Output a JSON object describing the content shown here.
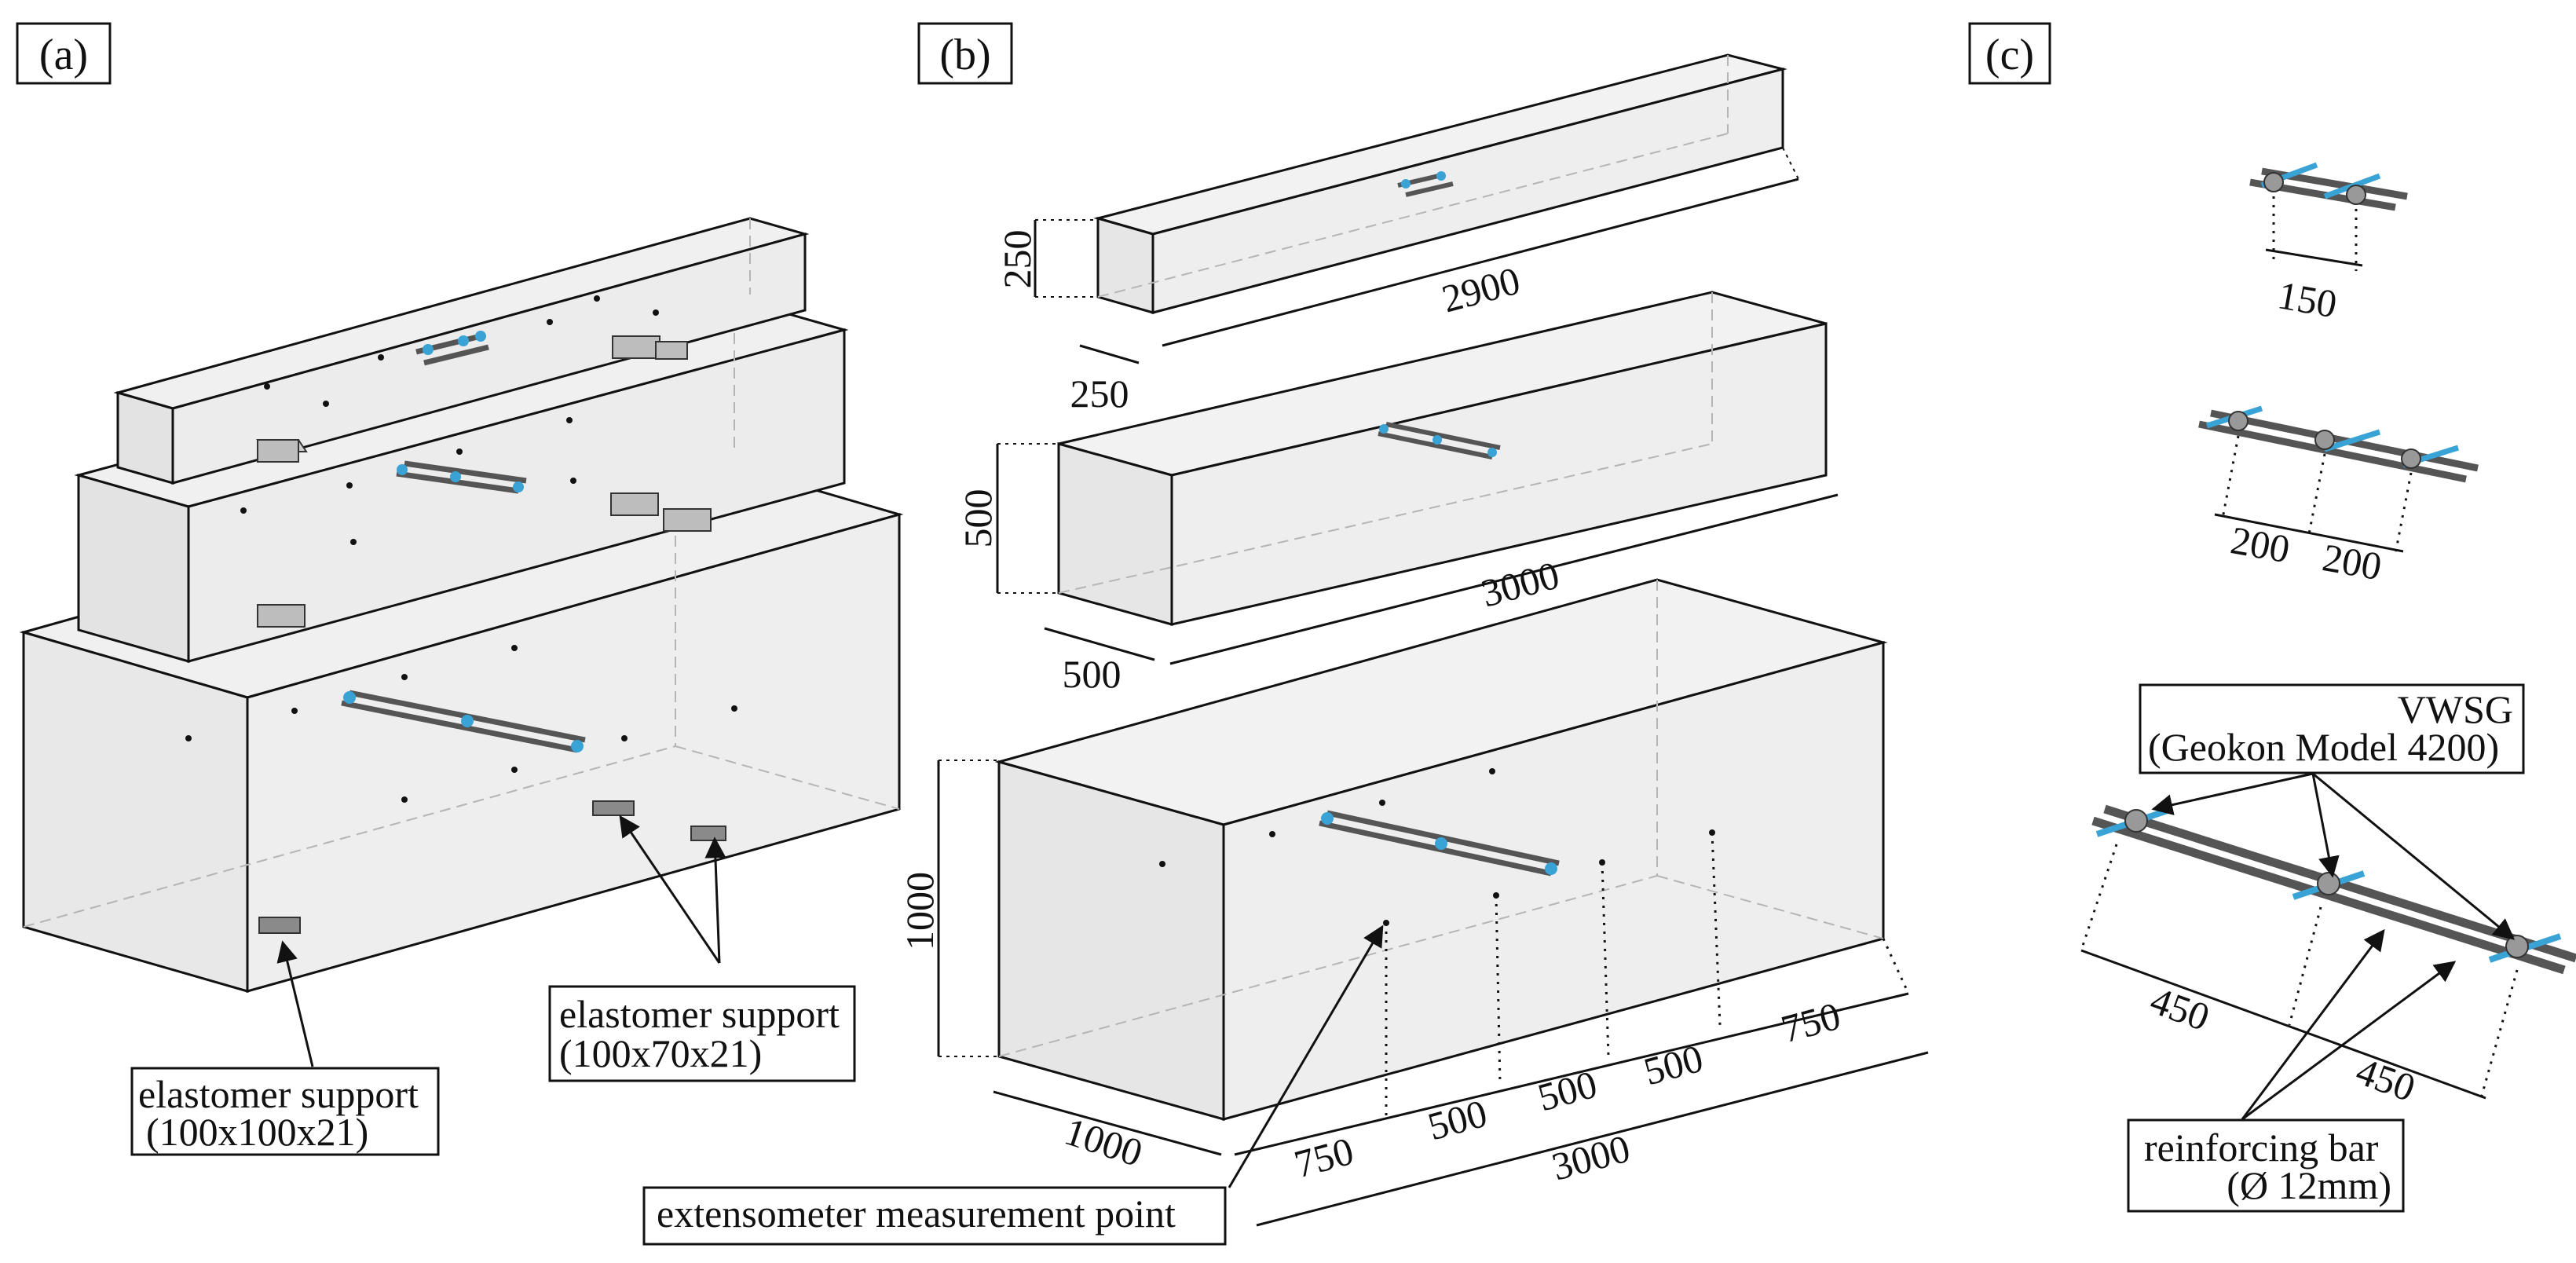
{
  "panels": {
    "a": "(a)",
    "b": "(b)",
    "c": "(c)"
  },
  "panel_a": {
    "callout_support_small": {
      "line1": "elastomer support",
      "line2": "(100x70x21)"
    },
    "callout_support_large": {
      "line1": "elastomer support",
      "line2": "(100x100x21)"
    }
  },
  "panel_b": {
    "beam_small": {
      "height": "250",
      "width": "250",
      "length": "2900"
    },
    "beam_medium": {
      "height": "500",
      "width": "500",
      "length": "3000"
    },
    "beam_large": {
      "height": "1000",
      "width": "1000",
      "length": "3000",
      "segments": [
        "750",
        "500",
        "500",
        "500",
        "750"
      ]
    },
    "callout_extensometer": "extensometer measurement point"
  },
  "panel_c": {
    "spacing_small": "150",
    "spacing_medium": [
      "200",
      "200"
    ],
    "spacing_large": [
      "450",
      "450"
    ],
    "callout_vwsg": {
      "line1": "VWSG",
      "line2": "(Geokon Model 4200)"
    },
    "callout_rebar": {
      "line1": "reinforcing bar",
      "line2": "(Ø 12mm)"
    }
  },
  "colors": {
    "box_fill": "#f2f2f2",
    "box_face": "#e9e9e9",
    "edge": "#111111",
    "hidden_edge": "#b5b5b5",
    "bar": "#555555",
    "gauge": "#3aa3d6",
    "support": "#8a8a8a"
  }
}
